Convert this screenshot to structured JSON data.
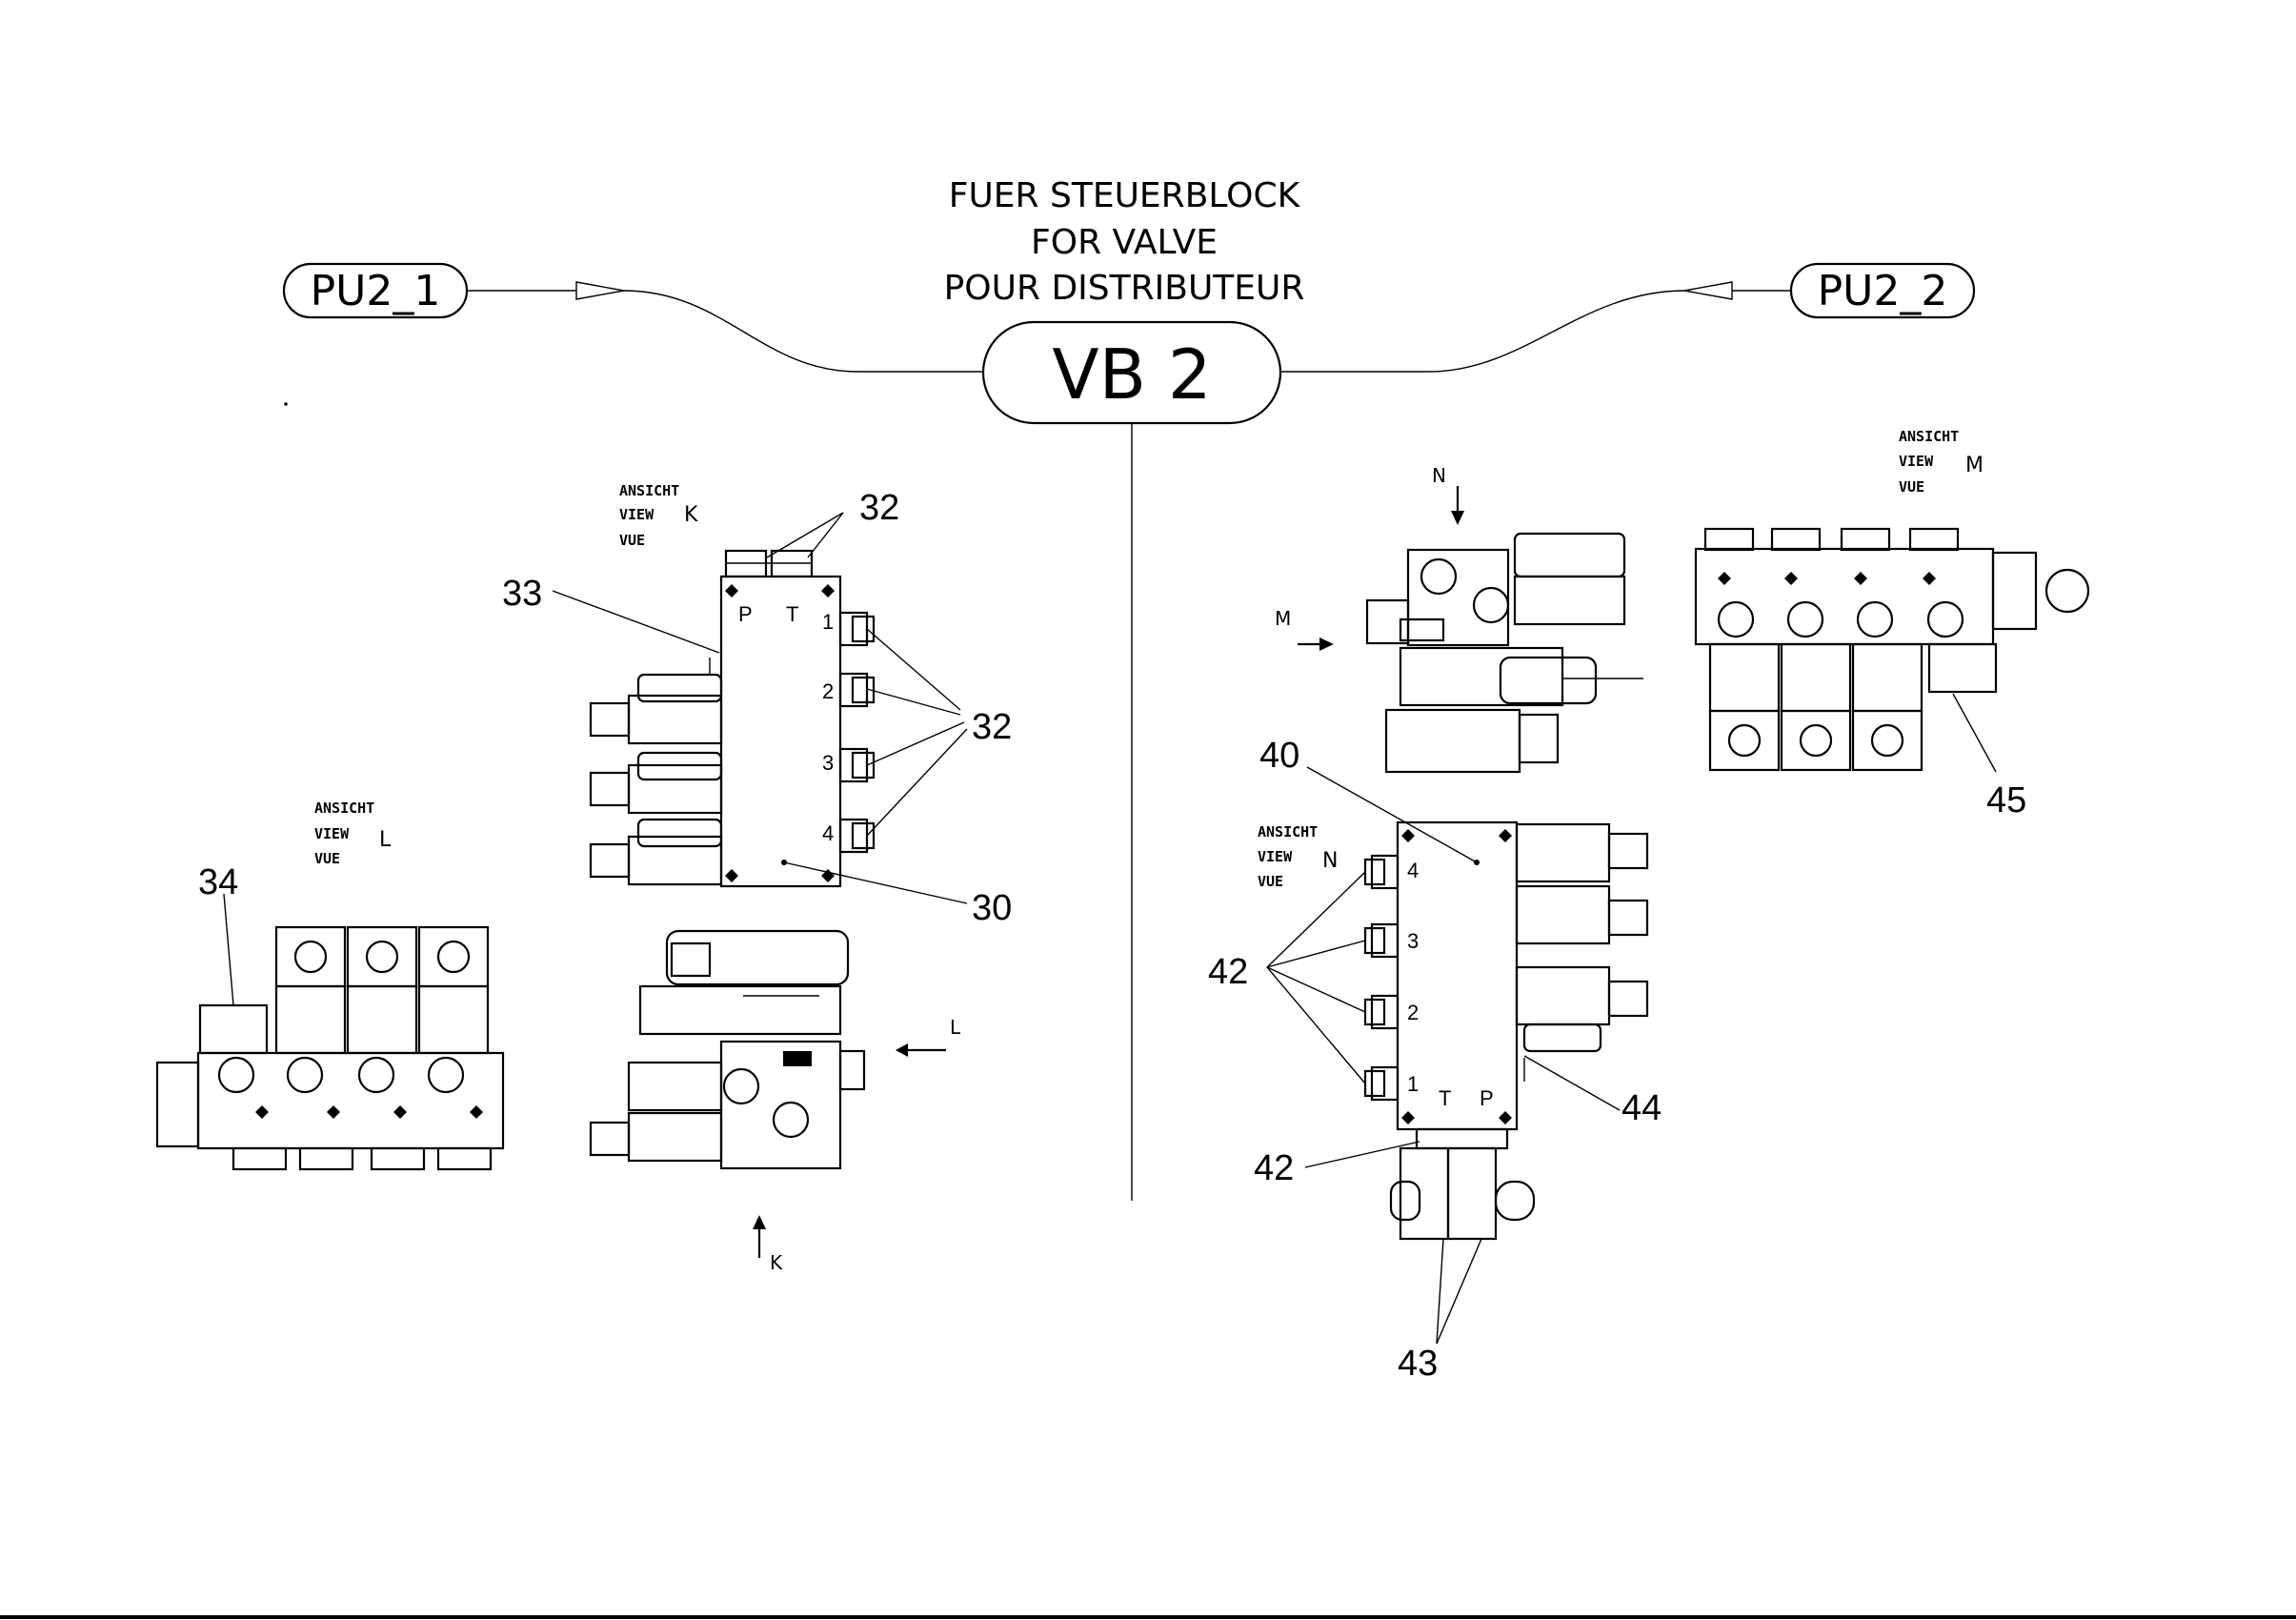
{
  "header": {
    "line1": "FUER STEUERBLOCK",
    "line2": "FOR VALVE",
    "line3": "POUR DISTRIBUTEUR"
  },
  "connectors": {
    "left": "PU2_1",
    "right": "PU2_2",
    "center": "VB 2"
  },
  "views": {
    "k": {
      "l1": "ANSICHT",
      "l2": "VIEW",
      "l3": "VUE",
      "letter": "K"
    },
    "l": {
      "l1": "ANSICHT",
      "l2": "VIEW",
      "l3": "VUE",
      "letter": "L"
    },
    "m": {
      "l1": "ANSICHT",
      "l2": "VIEW",
      "l3": "VUE",
      "letter": "M"
    },
    "n": {
      "l1": "ANSICHT",
      "l2": "VIEW",
      "l3": "VUE",
      "letter": "N"
    }
  },
  "arrows": {
    "n": "N",
    "m": "M",
    "l": "L",
    "k": "K"
  },
  "ports": {
    "p": "P",
    "t": "T",
    "p1": "1",
    "p2": "2",
    "p3": "3",
    "p4": "4"
  },
  "callouts": {
    "c30": "30",
    "c32a": "32",
    "c32b": "32",
    "c33": "33",
    "c34": "34",
    "c40": "40",
    "c42a": "42",
    "c42b": "42",
    "c43": "43",
    "c44": "44",
    "c45": "45"
  }
}
